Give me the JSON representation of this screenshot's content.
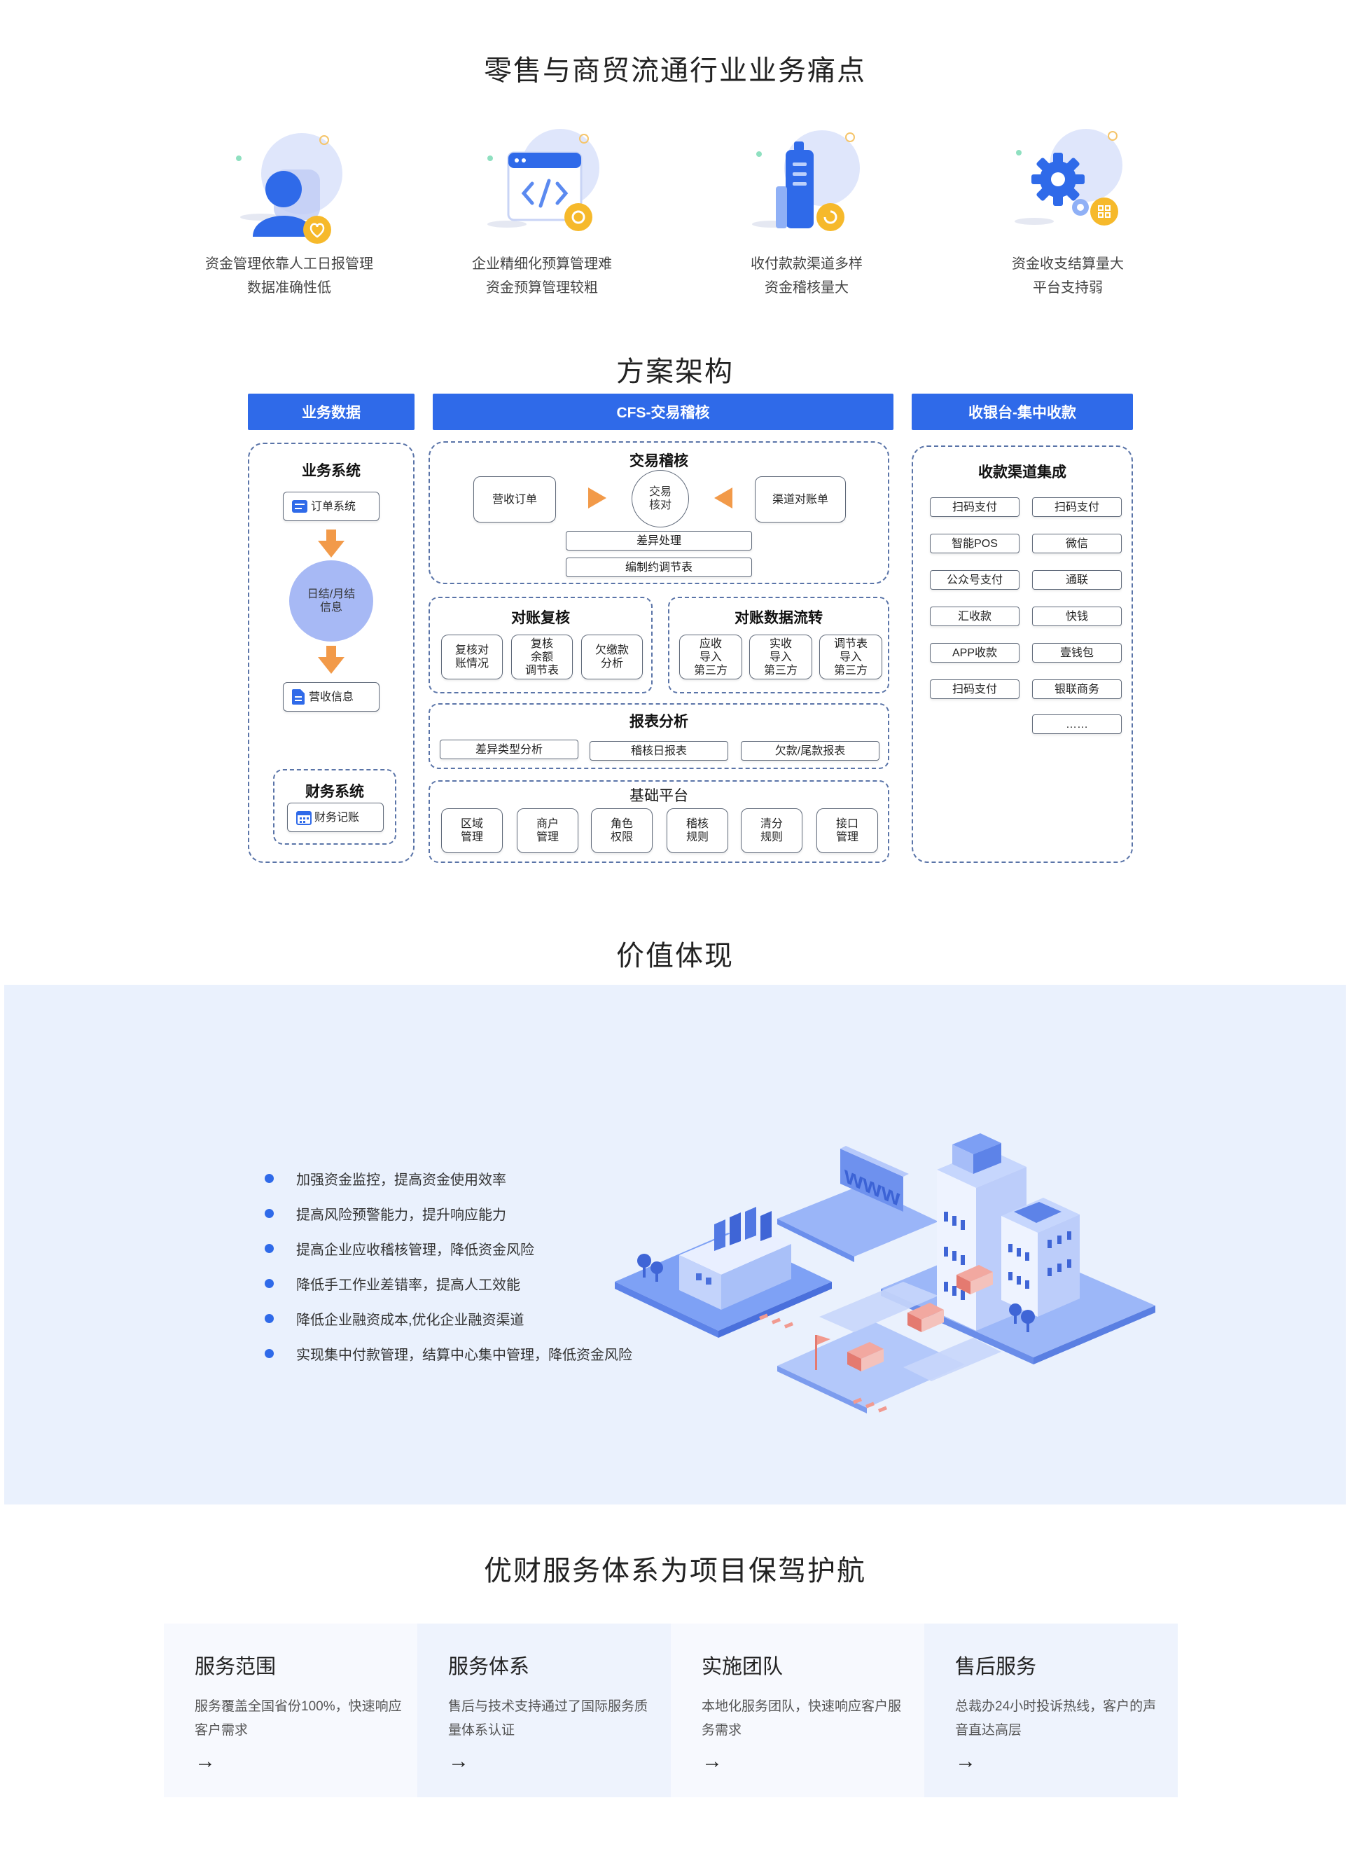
{
  "titles": {
    "pain": "零售与商贸流通行业业务痛点",
    "arch": "方案架构",
    "value": "价值体现",
    "service": "优财服务体系为项目保驾护航"
  },
  "pain_points": [
    {
      "icon": "user-heart-icon",
      "line1": "资金管理依靠人工日报管理",
      "line2": "数据准确性低"
    },
    {
      "icon": "code-window-icon",
      "line1": "企业精细化预算管理难",
      "line2": "资金预算管理较粗"
    },
    {
      "icon": "payment-terminal-icon",
      "line1": "收付款款渠道多样",
      "line2": "资金稽核量大"
    },
    {
      "icon": "gear-grid-icon",
      "line1": "资金收支结算量大",
      "line2": "平台支持弱"
    }
  ],
  "arch": {
    "headers": {
      "business_data": "业务数据",
      "cfs": "CFS-交易稽核",
      "cashier": "收银台-集中收款"
    },
    "business": {
      "system_title": "业务系统",
      "order_system": "订单系统",
      "daily_info": "日结/月结\n信息",
      "revenue_info": "营收信息",
      "finance_title": "财务系统",
      "finance_record": "财务记账"
    },
    "audit": {
      "title": "交易稽核",
      "revenue_order": "营收订单",
      "core": "交易\n核对",
      "channel_statement": "渠道对账单",
      "diff_process": "差异处理",
      "prepare_table": "编制约调节表"
    },
    "recheck": {
      "title": "对账复核",
      "items": [
        "复核对\n账情况",
        "复核\n余额\n调节表",
        "欠缴款\n分析"
      ]
    },
    "flow": {
      "title": "对账数据流转",
      "items": [
        "应收\n导入\n第三方",
        "实收\n导入\n第三方",
        "调节表\n导入\n第三方"
      ]
    },
    "report": {
      "title": "报表分析",
      "items": [
        "差异类型分析",
        "稽核日报表",
        "欠款/尾款报表"
      ]
    },
    "base": {
      "title": "基础平台",
      "items": [
        "区域\n管理",
        "商户\n管理",
        "角色\n权限",
        "稽核\n规则",
        "清分\n规则",
        "接口\n管理"
      ]
    },
    "channels": {
      "title": "收款渠道集成",
      "left": [
        "扫码支付",
        "智能POS",
        "公众号支付",
        "汇收款",
        "APP收款",
        "扫码支付"
      ],
      "right": [
        "扫码支付",
        "微信",
        "通联",
        "快钱",
        "壹钱包",
        "银联商务",
        "……"
      ]
    }
  },
  "value_items": [
    "加强资金监控，提高资金使用效率",
    "提高风险预警能力，提升响应能力",
    "提高企业应收稽核管理，降低资金风险",
    "降低手工作业差错率，提高人工效能",
    "降低企业融资成本,优化企业融资渠道",
    "实现集中付款管理，结算中心集中管理，降低资金风险"
  ],
  "illustration": {
    "sign_text": "www"
  },
  "services": [
    {
      "title": "服务范围",
      "desc": "服务覆盖全国省份100%，快速响应客户需求",
      "arrow": "→"
    },
    {
      "title": "服务体系",
      "desc": "售后与技术支持通过了国际服务质量体系认证",
      "arrow": "→"
    },
    {
      "title": "实施团队",
      "desc": "本地化服务团队，快速响应客户服务需求",
      "arrow": "→"
    },
    {
      "title": "售后服务",
      "desc": "总裁办24小时投诉热线，客户的声音直达高层",
      "arrow": "→"
    }
  ],
  "colors": {
    "primary": "#2f6ae9",
    "circle": "#9fb4f6",
    "arrow": "#f29a49",
    "band": "#eaf1fd"
  }
}
